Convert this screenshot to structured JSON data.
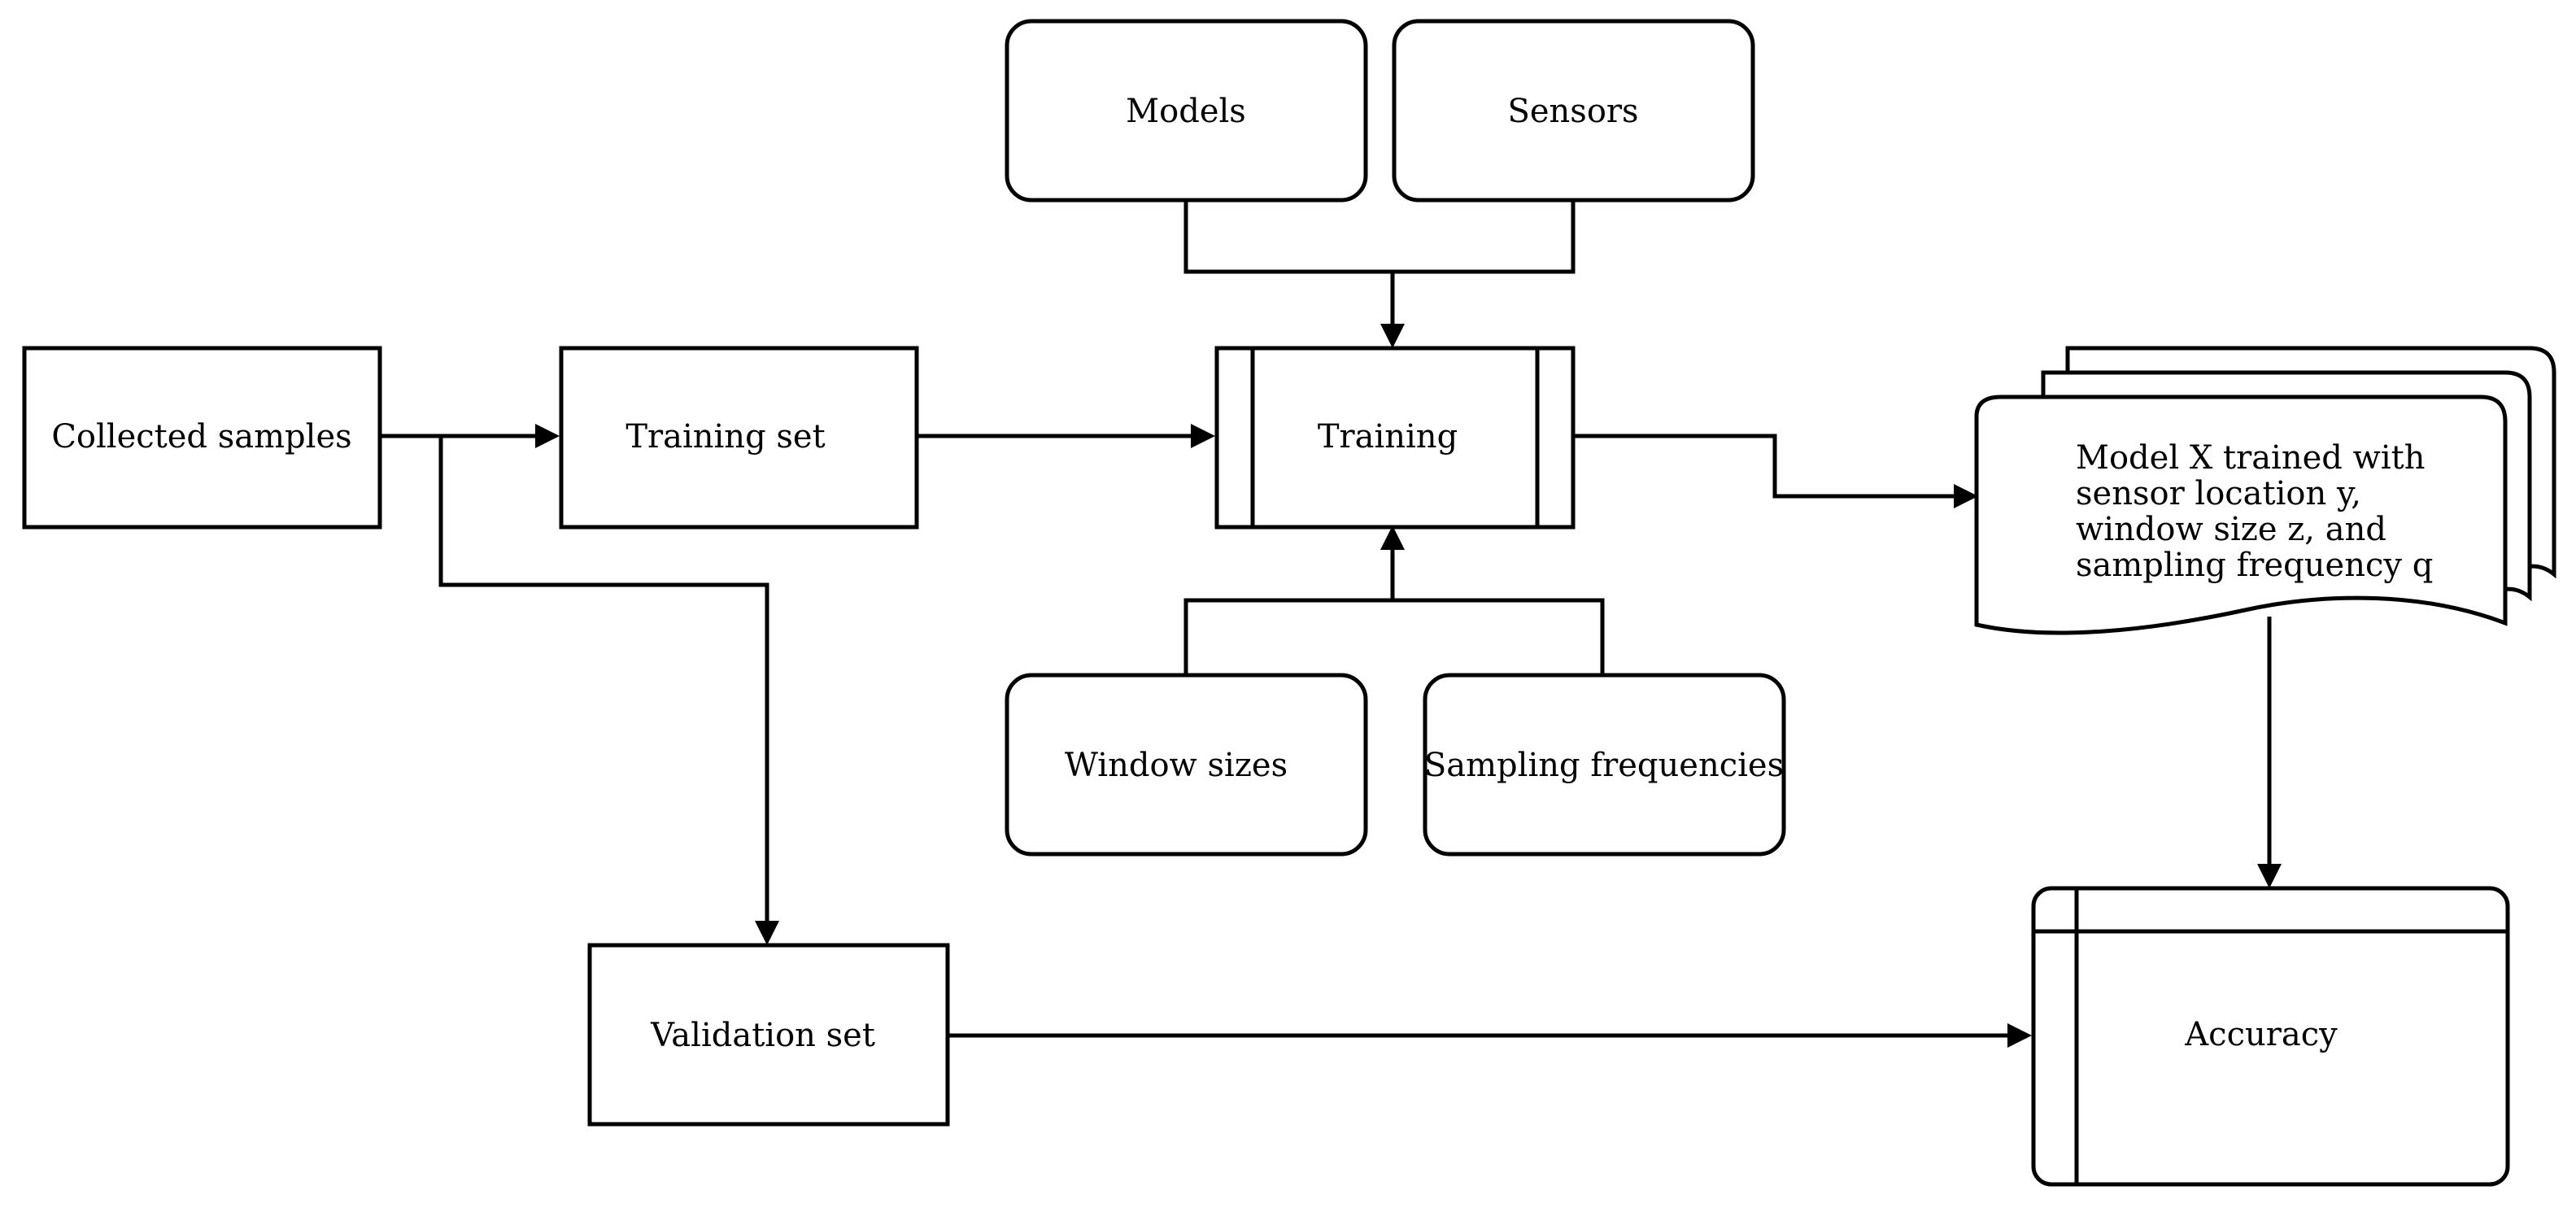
{
  "nodes": {
    "models": "Models",
    "sensors": "Sensors",
    "collected_samples": "Collected samples",
    "training_set": "Training set",
    "training": "Training",
    "window_sizes": "Window sizes",
    "sampling_frequencies": "Sampling frequencies",
    "validation_set": "Validation set",
    "accuracy": "Accuracy",
    "model_output": {
      "line1": "Model X trained with",
      "line2": "sensor location y,",
      "line3": "window size z, and",
      "line4": "sampling frequency q"
    }
  }
}
